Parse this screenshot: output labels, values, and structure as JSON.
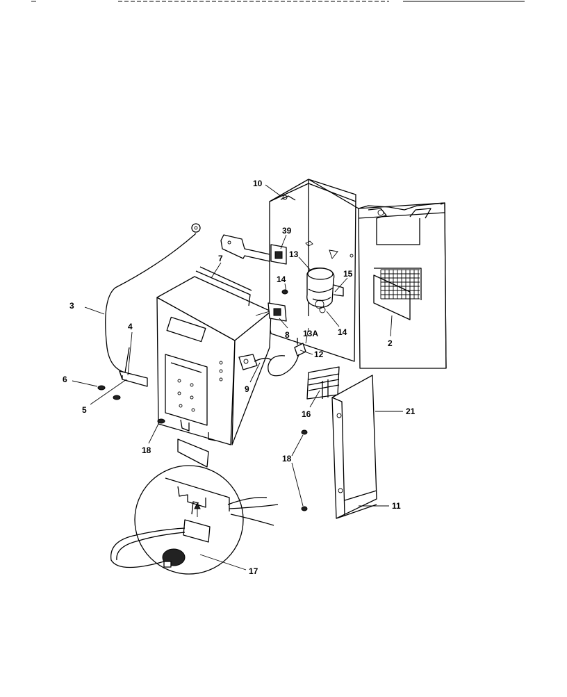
{
  "header_text": "",
  "callouts": [
    {
      "id": "c10",
      "text": "10"
    },
    {
      "id": "c39",
      "text": "39"
    },
    {
      "id": "c13",
      "text": "13"
    },
    {
      "id": "c7",
      "text": "7"
    },
    {
      "id": "c15",
      "text": "15"
    },
    {
      "id": "c14a",
      "text": "14"
    },
    {
      "id": "c14b",
      "text": "14"
    },
    {
      "id": "c3",
      "text": "3"
    },
    {
      "id": "c4",
      "text": "4"
    },
    {
      "id": "c8",
      "text": "8"
    },
    {
      "id": "c13A",
      "text": "13A"
    },
    {
      "id": "c2",
      "text": "2"
    },
    {
      "id": "c12",
      "text": "12"
    },
    {
      "id": "c6",
      "text": "6"
    },
    {
      "id": "c9",
      "text": "9"
    },
    {
      "id": "c5",
      "text": "5"
    },
    {
      "id": "c16",
      "text": "16"
    },
    {
      "id": "c21",
      "text": "21"
    },
    {
      "id": "c18a",
      "text": "18"
    },
    {
      "id": "c18b",
      "text": "18"
    },
    {
      "id": "c11",
      "text": "11"
    },
    {
      "id": "c17",
      "text": "17"
    }
  ]
}
